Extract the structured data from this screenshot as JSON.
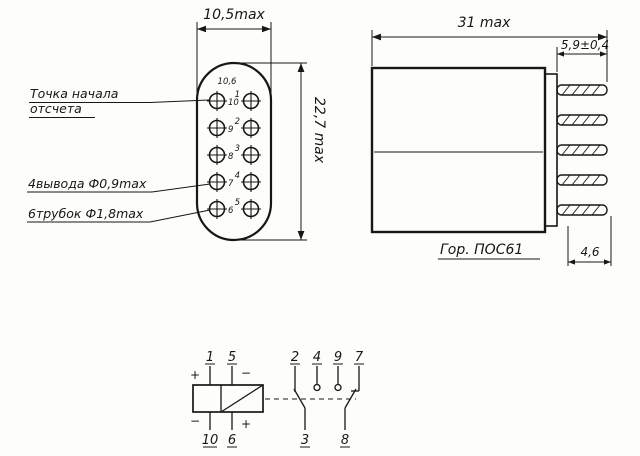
{
  "front_view": {
    "dim_width": "10,5max",
    "dim_pin_spacing": "10,6",
    "dim_height": "22,7 max",
    "label_datum_line1": "Точка начала",
    "label_datum_line2": "отсчета",
    "label_leads": "4вывода Ф0,9max",
    "label_tubes": "6трубок Ф1,8max",
    "pins_left": [
      "10",
      "9",
      "8",
      "7",
      "6"
    ],
    "pins_right": [
      "1",
      "2",
      "3",
      "4",
      "5"
    ]
  },
  "side_view": {
    "dim_total_length": "31 max",
    "dim_pin_length": "5,9±0,4",
    "dim_pin_offset": "4,6",
    "label_solder": "Гор. ПОС61"
  },
  "schematic": {
    "coil_pins_top": [
      "1",
      "5"
    ],
    "coil_pins_bottom": [
      "10",
      "6"
    ],
    "contact_pins_top": [
      "2",
      "4",
      "9",
      "7"
    ],
    "contact_pins_bottom": [
      "3",
      "8"
    ],
    "polarity": {
      "top_left": "+",
      "top_right": "−",
      "bottom_left": "−",
      "bottom_right": "+"
    }
  }
}
